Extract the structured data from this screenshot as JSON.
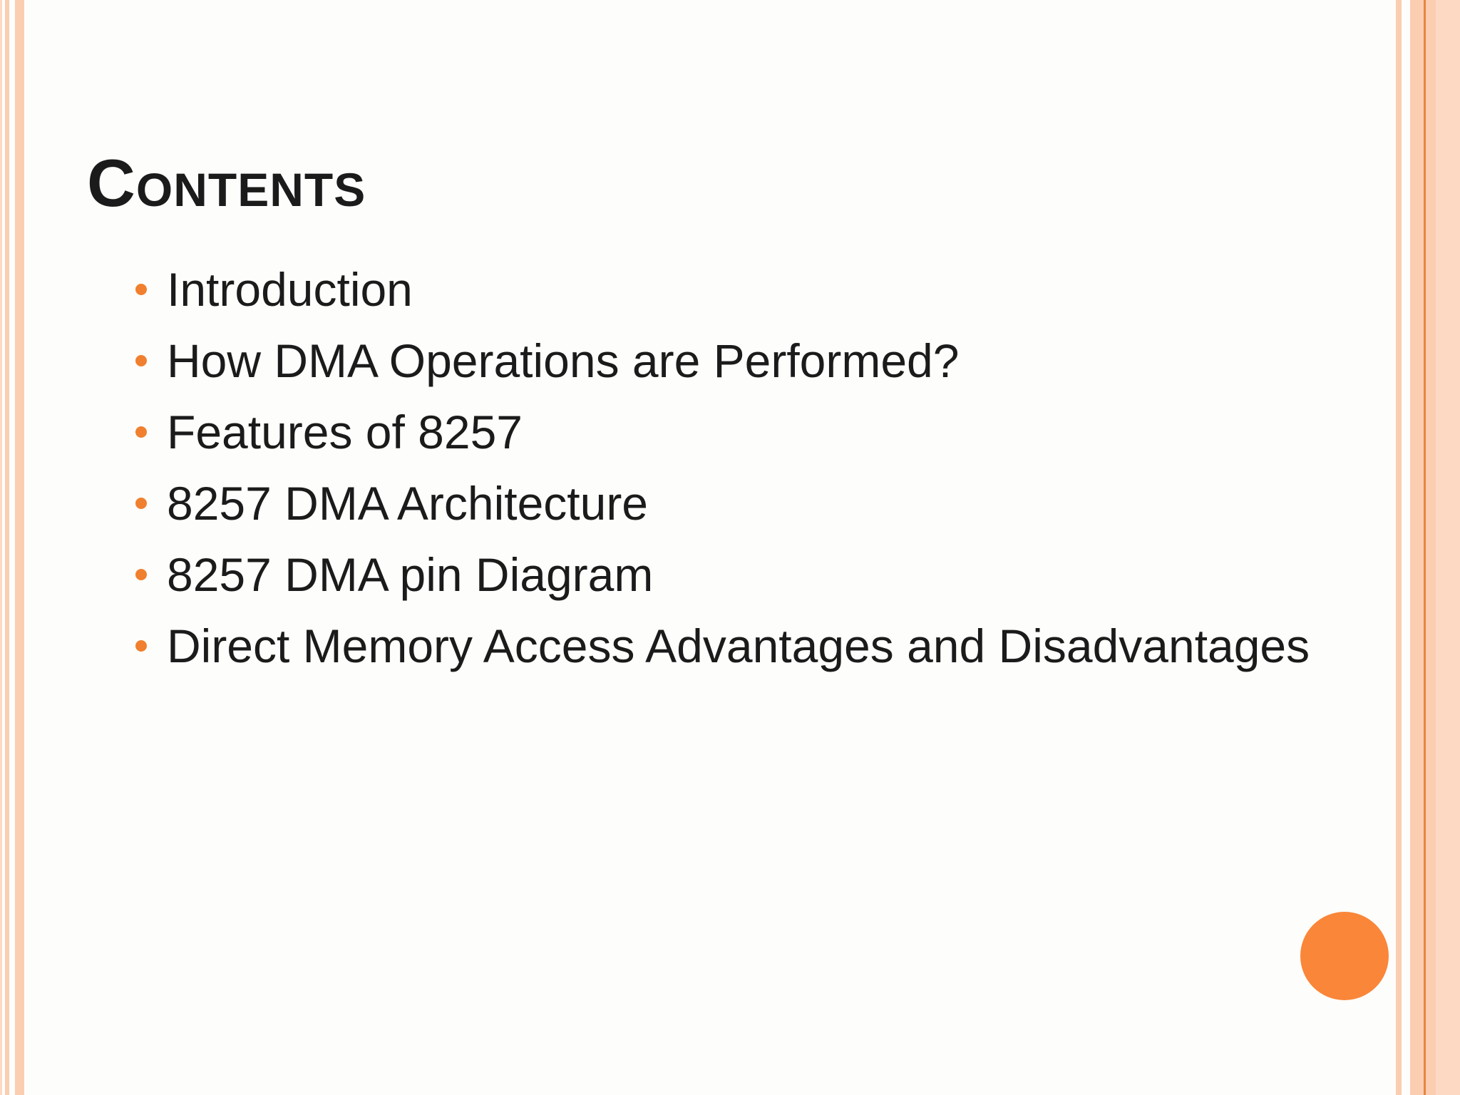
{
  "slide": {
    "title": "Contents",
    "bullets": [
      "Introduction",
      "How DMA Operations are Performed?",
      "Features of 8257",
      "8257 DMA Architecture",
      "8257 DMA pin Diagram",
      "Direct Memory Access Advantages and Disadvantages"
    ]
  },
  "theme": {
    "background": "#FDFEFB",
    "text_color": "#1B1B1B",
    "bullet_color": "#F0802F",
    "circle_color": "#FA8639",
    "border_peach": "#FBCDB1",
    "border_peach_light": "#FDD9C4",
    "border_orange_line": "#E88540"
  }
}
